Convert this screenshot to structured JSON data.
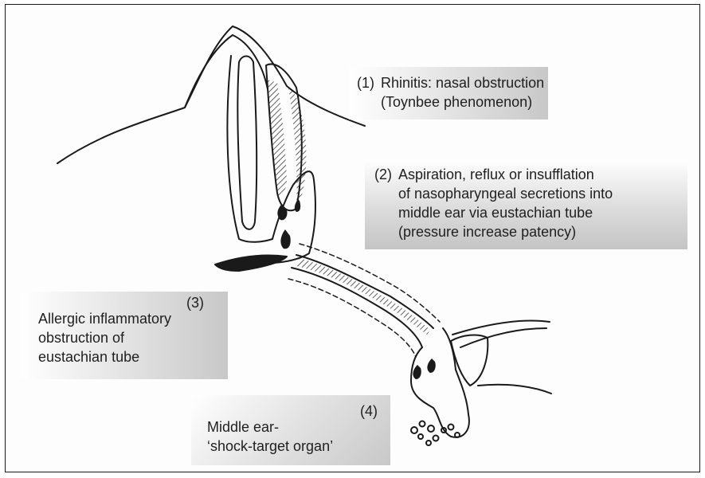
{
  "labels": {
    "l1": {
      "number": "(1)",
      "line1": "Rhinitis: nasal obstruction",
      "line2": "(Toynbee phenomenon)"
    },
    "l2": {
      "number": "(2)",
      "line1": "Aspiration, reflux or insufflation",
      "line2": "of nasopharyngeal secretions into",
      "line3": "middle ear via eustachian tube",
      "line4": "(pressure increase patency)"
    },
    "l3": {
      "number": "(3)",
      "line1": "Allergic inflammatory",
      "line2": "obstruction of",
      "line3": "eustachian tube"
    },
    "l4": {
      "number": "(4)",
      "line1": "Middle ear-",
      "line2": "‘shock-target organ’"
    }
  }
}
